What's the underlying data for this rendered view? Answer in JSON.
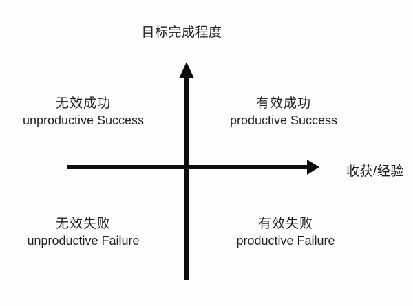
{
  "diagram": {
    "y_axis_label": "目标完成程度",
    "x_axis_label": "收获/经验",
    "quadrants": {
      "top_left": {
        "zh": "无效成功",
        "en": "unproductive Success"
      },
      "top_right": {
        "zh": "有效成功",
        "en": "productive Success"
      },
      "bottom_left": {
        "zh": "无效失败",
        "en": "unproductive Failure"
      },
      "bottom_right": {
        "zh": "有效失败",
        "en": "productive Failure"
      }
    },
    "colors": {
      "axis": "#0d0d0d",
      "text": "#1f1f1f",
      "background": "#fdfdfd"
    }
  }
}
